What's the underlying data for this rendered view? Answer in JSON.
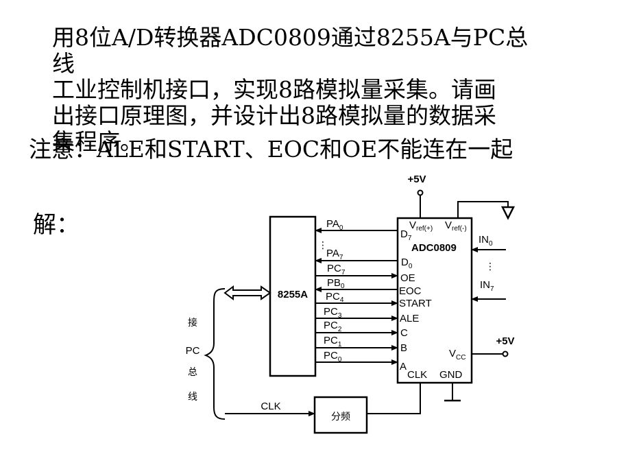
{
  "question": {
    "lines": [
      "用8位A/D转换器ADC0809通过8255A与PC总线",
      "工业控制机接口，实现8路模拟量采集。请画",
      "出接口原理图，并设计出8路模拟量的数据采",
      "集程序。"
    ],
    "note": "注意：ALE和START、EOC和OE不能连在一起",
    "solution_label": "解："
  },
  "diagram": {
    "supply_top": "+5V",
    "supply_right": "+5V",
    "chip_8255": "8255A",
    "chip_adc": "ADC0809",
    "divider": "分频",
    "clk_label": "CLK",
    "bus_label": {
      "jie": "接",
      "pc": "PC",
      "zong": "总",
      "xian": "线"
    },
    "adc_pins": {
      "vref_plus": {
        "main": "V",
        "sub": "ref(+)"
      },
      "vref_minus": {
        "main": "V",
        "sub": "ref(-)"
      },
      "d7": {
        "main": "D",
        "sub": "7"
      },
      "d0": {
        "main": "D",
        "sub": "0"
      },
      "oe": "OE",
      "eoc": "EOC",
      "start": "START",
      "ale": "ALE",
      "c": "C",
      "b": "B",
      "a": "A",
      "clk": "CLK",
      "gnd": "GND",
      "in0": {
        "main": "IN",
        "sub": "0"
      },
      "in7": {
        "main": "IN",
        "sub": "7"
      },
      "vcc": {
        "main": "V",
        "sub": "CC"
      }
    },
    "signals": {
      "pa0": {
        "main": "PA",
        "sub": "0"
      },
      "pa7": {
        "main": "PA",
        "sub": "7"
      },
      "pc7": {
        "main": "PC",
        "sub": "7"
      },
      "pb0": {
        "main": "PB",
        "sub": "0"
      },
      "pc4": {
        "main": "PC",
        "sub": "4"
      },
      "pc3": {
        "main": "PC",
        "sub": "3"
      },
      "pc2": {
        "main": "PC",
        "sub": "2"
      },
      "pc1": {
        "main": "PC",
        "sub": "1"
      },
      "pc0": {
        "main": "PC",
        "sub": "0"
      }
    }
  }
}
